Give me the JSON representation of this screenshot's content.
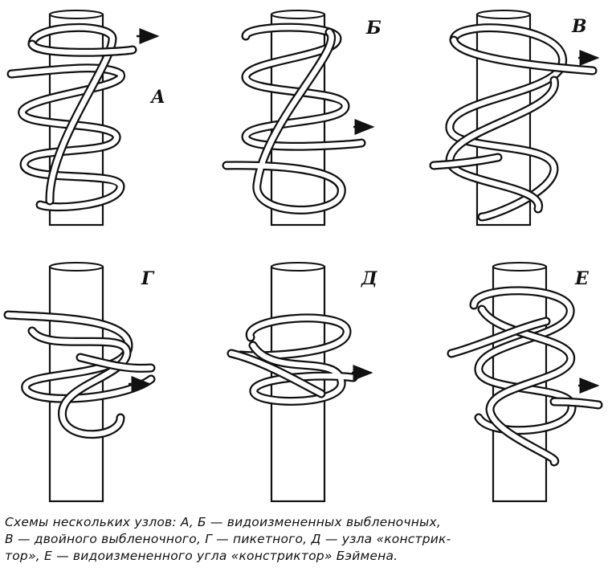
{
  "panels": [
    {
      "key": "A",
      "label": "А"
    },
    {
      "key": "B",
      "label": "Б"
    },
    {
      "key": "V",
      "label": "В"
    },
    {
      "key": "G",
      "label": "Г"
    },
    {
      "key": "D",
      "label": "Д"
    },
    {
      "key": "E",
      "label": "Е"
    }
  ],
  "caption": {
    "line1": "Схемы нескольких узлов: А, Б — видоизмененных выбленочных,",
    "line2": "В — двойного выбленочного, Г — пикетного, Д — узла «констрик-",
    "line3": "тор», Е — видоизмененного угла «констриктор» Бэймена."
  }
}
